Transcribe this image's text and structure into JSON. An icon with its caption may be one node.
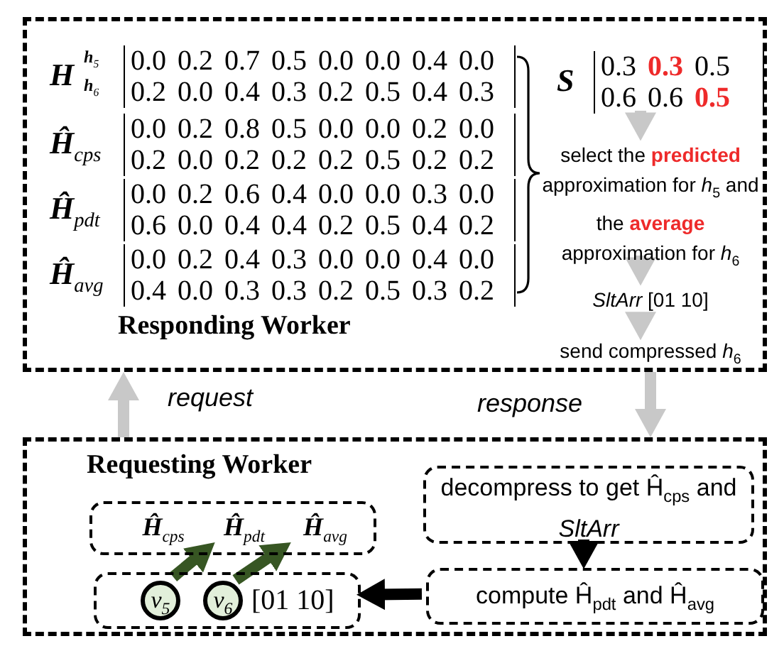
{
  "diagram": {
    "nodes": [
      {
        "text": [
          "Responding Worker"
        ]
      },
      {
        "text": [
          "H",
          "h$_{5}$",
          "h$_{6}$",
          "0.0 0.2 0.7 0.5 0.0 0.0 0.4 0.0",
          "0.2 0.0 0.4 0.3 0.2 0.5 0.4 0.3"
        ],
        "in": 0
      },
      {
        "text": [
          "Ĥ$_{cps}$",
          "0.0 0.2 0.8 0.5 0.0 0.0 0.2 0.0",
          "0.2 0.0 0.2 0.2 0.2 0.5 0.2 0.2"
        ],
        "in": 0
      },
      {
        "text": [
          "Ĥ$_{pdt}$",
          "0.0 0.2 0.6 0.4 0.0 0.0 0.3 0.0",
          "0.6 0.0 0.4 0.4 0.2 0.5 0.4 0.2"
        ],
        "in": 0
      },
      {
        "text": [
          "Ĥ$_{avg}$",
          "0.0 0.2 0.4 0.3 0.0 0.0 0.4 0.0",
          "0.4 0.0 0.3 0.3 0.2 0.5 0.3 0.2"
        ],
        "in": 0
      },
      {
        "text": [
          "S",
          "0.3 **0.3** 0.5",
          "0.6 0.6 **0.5**"
        ],
        "in": 0
      },
      {
        "text": [
          "select the **predicted** approximation for *h*$_{5}$ and the **average** approximation for *h*$_{6}$"
        ],
        "in": 0
      },
      {
        "text": [
          "*SltArr* [01 10]"
        ],
        "in": 0
      },
      {
        "text": [
          "send compressed *h*$_{6}$"
        ],
        "in": 0
      },
      {
        "text": [
          "Requesting Worker"
        ]
      },
      {
        "text": [],
        "shape": "box",
        "in": 9
      },
      {
        "text": [
          "Ĥ$_{cps}$"
        ],
        "in": 10
      },
      {
        "text": [
          "Ĥ$_{pdt}$"
        ],
        "in": 10
      },
      {
        "text": [
          "Ĥ$_{avg}$"
        ],
        "in": 10
      },
      {
        "text": [],
        "shape": "box",
        "in": 9
      },
      {
        "text": [
          "v$_{5}$"
        ],
        "in": 14
      },
      {
        "text": [
          "v$_{6}$"
        ],
        "in": 14
      },
      {
        "text": [
          "[01 10]"
        ],
        "in": 14
      },
      {
        "text": [
          "decompress to get Ĥ$_{cps}$ and *SltArr*"
        ],
        "in": 9
      },
      {
        "text": [
          "compute Ĥ$_{pdt}$ and Ĥ$_{avg}$"
        ],
        "in": 9
      }
    ],
    "edges": [
      {
        "from": 9,
        "to": 0,
        "arrow": "to",
        "label": "request"
      },
      {
        "from": 0,
        "to": 9,
        "arrow": "to",
        "label": "response"
      },
      {
        "from": 5,
        "to": 6,
        "arrow": "to"
      },
      {
        "from": 6,
        "to": 7,
        "arrow": "to"
      },
      {
        "from": 7,
        "to": 8,
        "arrow": "to"
      },
      {
        "from": 18,
        "to": 19,
        "arrow": "to",
        "color": "#000000"
      },
      {
        "from": 19,
        "to": 14,
        "arrow": "to",
        "color": "#000000"
      },
      {
        "from": 15,
        "to": 12,
        "arrow": "to",
        "color": "#375623"
      },
      {
        "from": 16,
        "to": 13,
        "arrow": "to",
        "color": "#375623"
      }
    ]
  }
}
